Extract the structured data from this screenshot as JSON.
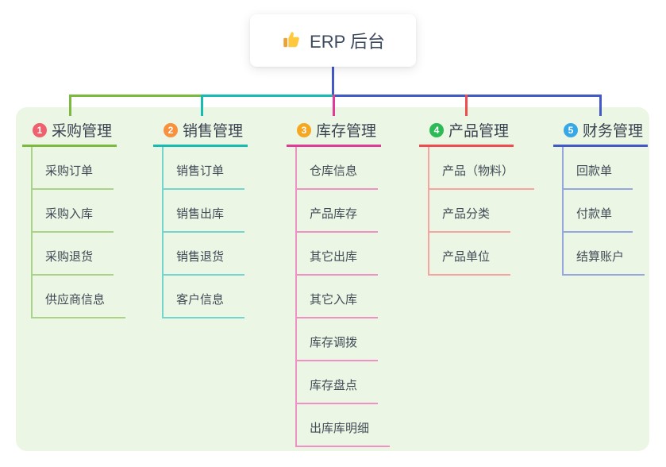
{
  "root": {
    "label": "ERP 后台",
    "icon": "thumbs-up-icon"
  },
  "colors": {
    "canvas_bg": "#FFFFFF",
    "panel_bg": "#EBF6E4",
    "root_connector": "#4459C8",
    "root_text": "#3D4A5C",
    "branch_text": "#3A4350",
    "child_text": "#414B57"
  },
  "branches": [
    {
      "index": "1",
      "label": "采购管理",
      "badge_color": "#F0616E",
      "line_color": "#7CBA3F",
      "child_line_color": "#A9D386",
      "children": [
        "采购订单",
        "采购入库",
        "采购退货",
        "供应商信息"
      ]
    },
    {
      "index": "2",
      "label": "销售管理",
      "badge_color": "#F8913D",
      "line_color": "#16BCB2",
      "child_line_color": "#73D5CD",
      "children": [
        "销售订单",
        "销售出库",
        "销售退货",
        "客户信息"
      ]
    },
    {
      "index": "3",
      "label": "库存管理",
      "badge_color": "#F6A722",
      "line_color": "#E23A97",
      "child_line_color": "#F090C5",
      "children": [
        "仓库信息",
        "产品库存",
        "其它出库",
        "其它入库",
        "库存调拨",
        "库存盘点",
        "出库库明细"
      ]
    },
    {
      "index": "4",
      "label": "产品管理",
      "badge_color": "#2BBA55",
      "line_color": "#F04B4E",
      "child_line_color": "#F7A3A0",
      "children": [
        "产品（物料）",
        "产品分类",
        "产品单位"
      ]
    },
    {
      "index": "5",
      "label": "财务管理",
      "badge_color": "#38A7E6",
      "line_color": "#4459C8",
      "child_line_color": "#96A7E0",
      "children": [
        "回款单",
        "付款单",
        "结算账户"
      ]
    }
  ]
}
